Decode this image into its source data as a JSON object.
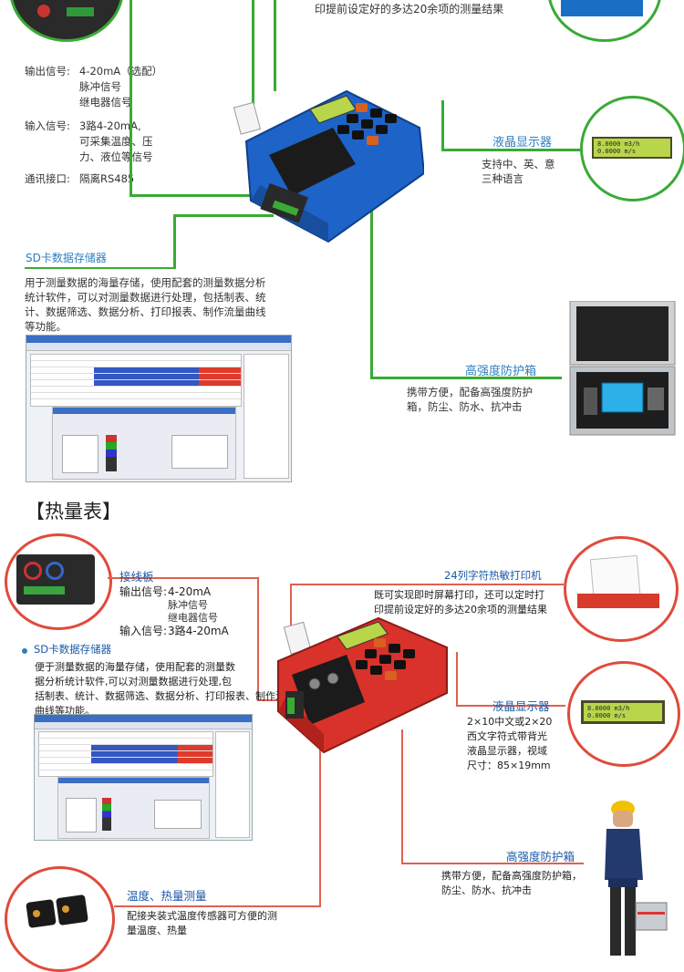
{
  "top_section": {
    "printer_desc_fragment": "印提前设定好的多达20余项的测量结果",
    "output_signal_label": "输出信号:",
    "output_signal_lines": [
      "4-20mA（选配）",
      "脉冲信号",
      "继电器信号"
    ],
    "input_signal_label": "输入信号:",
    "input_signal_lines": [
      "3路4-20mA,",
      "可采集温度、压",
      "力、液位等信号"
    ],
    "comm_label": "通讯接口:",
    "comm_value": "隔离RS485",
    "sd_title": "SD卡数据存储器",
    "sd_desc": "用于测量数据的海量存储，使用配套的测量数据分析\n统计软件，可以对测量数据进行处理，包括制表、统\n计、数据筛选、数据分析、打印报表、制作流量曲线\n等功能。",
    "lcd_title": "液晶显示器",
    "lcd_desc": "支持中、英、意\n三种语言",
    "case_title": "高强度防护箱",
    "case_desc": "携带方便，配备高强度防护\n箱，防尘、防水、抗冲击"
  },
  "section_heading": "【热量表】",
  "bottom_section": {
    "wiring_title": "接线板",
    "output_label": "输出信号:",
    "output_lines": [
      "4-20mA",
      "脉冲信号",
      "继电器信号"
    ],
    "input_label": "输入信号:",
    "input_value": "3路4-20mA",
    "sd_title": "SD卡数据存储器",
    "sd_desc": "便于测量数据的海量存储，使用配套的测量数\n据分析统计软件,可以对测量数据进行处理,包\n括制表、统计、数据筛选、数据分析、打印报表、制作流量\n曲线等功能。",
    "printer_title": "24列字符热敏打印机",
    "printer_desc": "既可实现即时屏幕打印，还可以定时打\n印提前设定好的多达20余项的测量结果",
    "lcd_title": "液晶显示器",
    "lcd_desc": "2×10中文或2×20\n西文字符式带背光\n液晶显示器，视域\n尺寸：85×19mm",
    "case_title": "高强度防护箱",
    "case_desc": "携带方便，配备高强度防护箱，\n防尘、防水、抗冲击",
    "temp_title": "温度、热量测量",
    "temp_desc": "配接夹装式温度传感器可方便的测\n量温度、热量"
  },
  "colors": {
    "green_line": "#3aaa35",
    "red_line": "#e04b3c",
    "title_blue": "#2e7fc0",
    "device_blue": "#1e63c8",
    "device_red": "#d8322a",
    "lcd_green": "#b9d64a"
  }
}
